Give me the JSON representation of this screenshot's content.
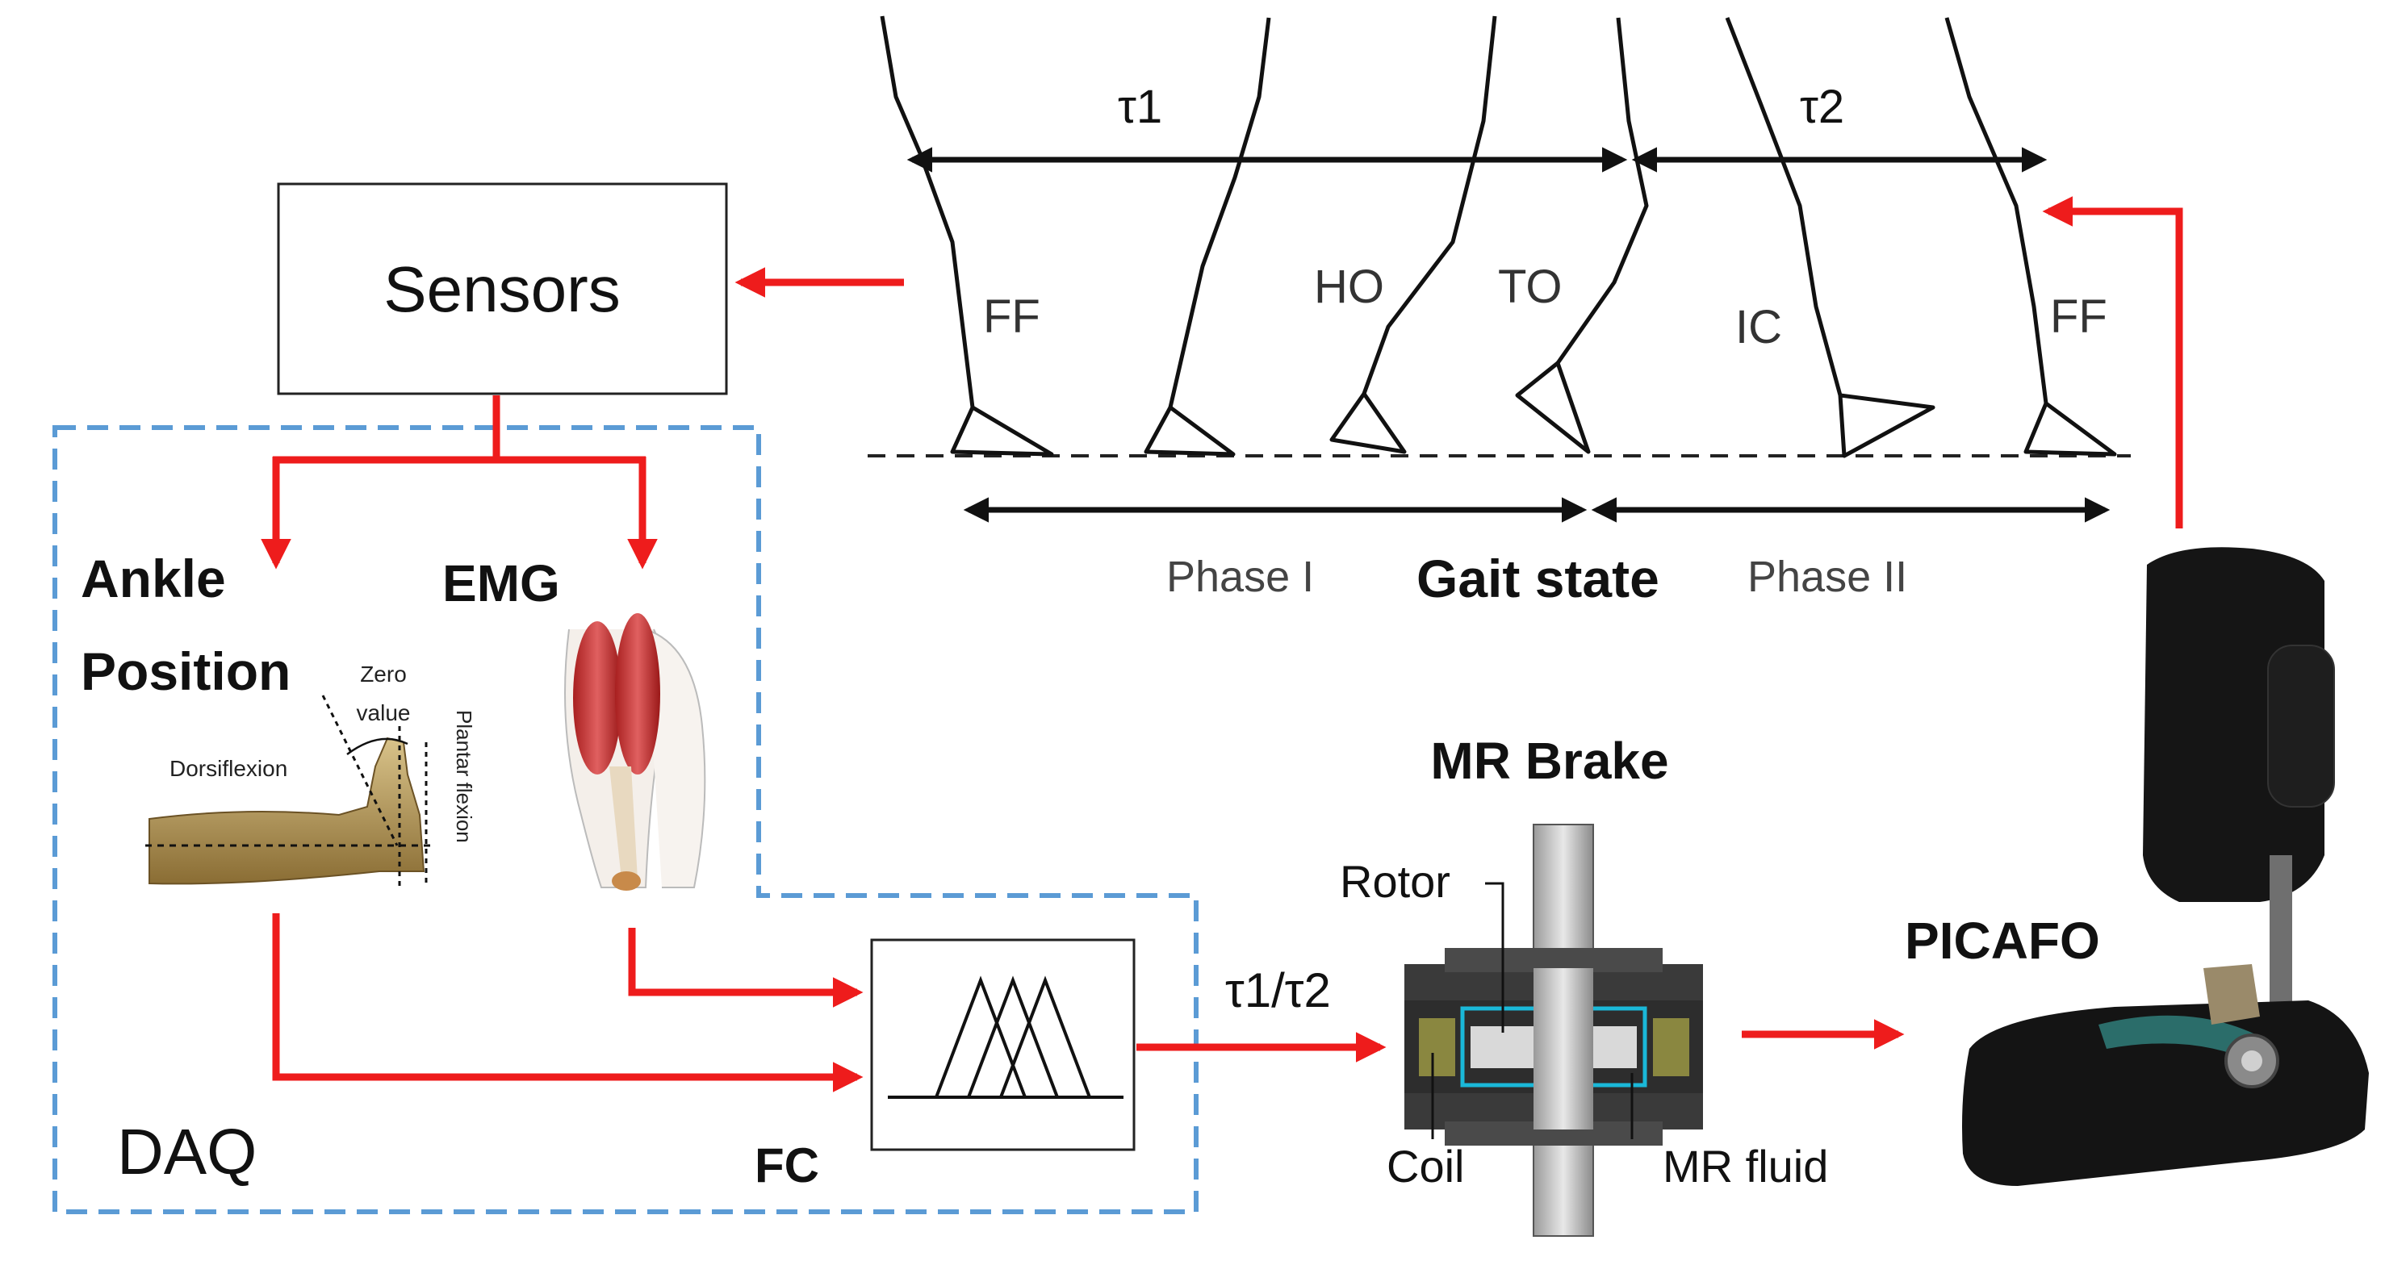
{
  "labels": {
    "sensors": "Sensors",
    "ankle_position_line1": "Ankle",
    "ankle_position_line2": "Position",
    "emg": "EMG",
    "daq": "DAQ",
    "fc": "FC",
    "mr_brake": "MR Brake",
    "rotor": "Rotor",
    "coil": "Coil",
    "mr_fluid": "MR fluid",
    "picafo": "PICAFO",
    "tau_ratio": "τ1/τ2",
    "tau1": "τ1",
    "tau2": "τ2",
    "phase1": "Phase I",
    "phase2": "Phase II",
    "gait_state": "Gait state"
  },
  "gait_events": [
    "FF",
    "HO",
    "TO",
    "IC",
    "FF"
  ],
  "ankle_figure": {
    "zero_line1": "Zero",
    "zero_line2": "value",
    "dorsiflexion": "Dorsiflexion",
    "plantar_flexion": "Plantar flexion"
  },
  "colors": {
    "arrow_red": "#ee1c1c",
    "daq_dash_blue": "#5b9bd5",
    "black": "#111111",
    "coil_olive": "#8a8740",
    "rotor_cyan": "#1ab8d8",
    "shaft_grey": "#c8c8c8"
  }
}
